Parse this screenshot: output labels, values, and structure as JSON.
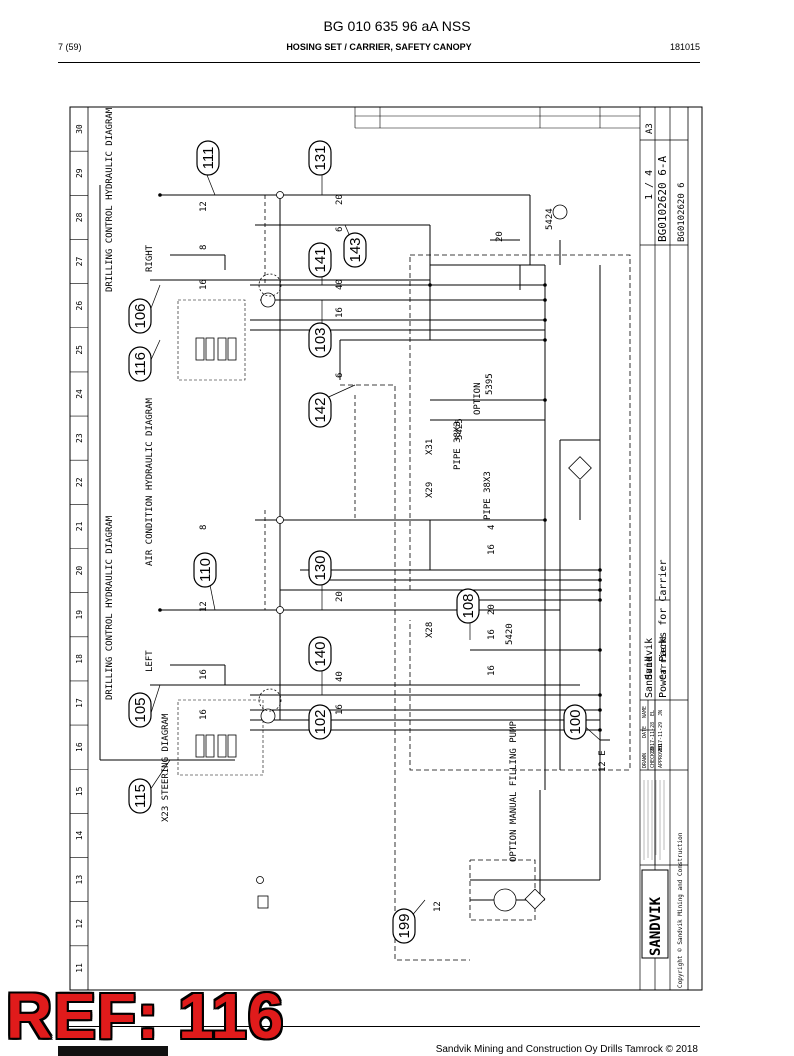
{
  "header": {
    "doc_id": "BG 010 635 96 aA NSS",
    "page": "7 (59)",
    "title": "HOSING SET / CARRIER, SAFETY CANOPY",
    "date": "181015"
  },
  "footer": {
    "copyright": "Sandvik Mining and Construction Oy Drills Tamrock © 2018",
    "ref": "REF: 116"
  },
  "diagram": {
    "grid_numbers": [
      "30",
      "29",
      "28",
      "27",
      "26",
      "25",
      "24",
      "23",
      "22",
      "21",
      "20",
      "19",
      "18",
      "17",
      "16",
      "15",
      "14",
      "13",
      "12",
      "11"
    ],
    "blocks": {
      "right_drilling": "DRILLING CONTROL HYDRAULIC DIAGRAM",
      "right": "RIGHT",
      "left_drilling": "DRILLING CONTROL HYDRAULIC DIAGRAM",
      "left": "LEFT",
      "air_condition": "AIR CONDITION HYDRAULIC DIAGRAM",
      "steering": "X23 STEERING DIAGRAM",
      "pump": "OPTION MANUAL FILLING PUMP",
      "option": "OPTION",
      "pipe1": "PIPE 38X3",
      "pipe2": "PIPE 38X3"
    },
    "bubbles": [
      "111",
      "131",
      "106",
      "141",
      "143",
      "116",
      "103",
      "142",
      "110",
      "130",
      "105",
      "140",
      "102",
      "115",
      "108",
      "100",
      "199"
    ],
    "labels": [
      "12",
      "8",
      "16",
      "20",
      "6",
      "40",
      "16",
      "6",
      "12",
      "16",
      "20",
      "40",
      "16",
      "16",
      "16",
      "12 E",
      "12",
      "20",
      "16",
      "20",
      "16",
      "4",
      "8",
      "X31",
      "X29",
      "X28",
      "5424",
      "5425",
      "5395",
      "5420"
    ],
    "title_block": {
      "company": "Sandvik",
      "description": "Power Packs for Carrier",
      "product": "CarrierH",
      "drawing_no": "BG0102620 6-A",
      "drawing_no_small": "BG0102620 6",
      "sheet": "1 / 4",
      "size": "A3",
      "brand": "SANDVIK",
      "copyright": "Copyright © Sandvik Mining and Construction",
      "role_drawn": "DRAWN",
      "role_checked": "CHECKED",
      "role_approved": "APPROVED",
      "date_label": "DATE",
      "name_label": "NAME",
      "drawn_date": "2017-11-28",
      "checked_date": "2017-11-29",
      "name_drawn": "EL",
      "name_checked": "JN"
    }
  }
}
